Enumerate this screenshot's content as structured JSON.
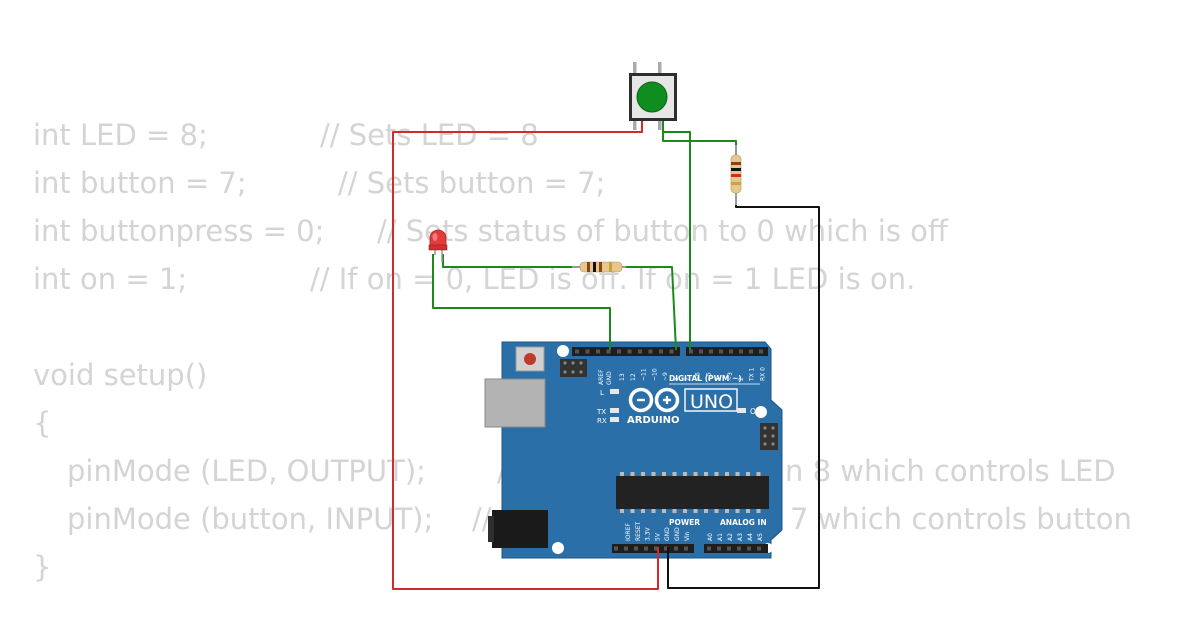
{
  "code": {
    "lines": [
      "int LED = 8;",
      "// Sets LED = 8",
      "int button = 7;",
      "// Sets button = 7;",
      "int buttonpress = 0;",
      "// Sets status of button to 0 which is off",
      "int on = 1;",
      "// If on = 0, LED is off. If on = 1 LED is on.",
      "void setup()",
      "{",
      "pinMode (LED, OUTPUT);",
      "/",
      "n 8 which controls LED",
      "pinMode (button, INPUT);",
      "//",
      "7 which controls button",
      "}"
    ]
  },
  "board": {
    "brand": "ARDUINO",
    "model": "UNO",
    "digital_label": "DIGITAL (PWM ~)",
    "on_label": "ON",
    "power_label": "POWER",
    "analog_label": "ANALOG IN",
    "l_label": "L",
    "tx_label": "TX",
    "rx_label": "RX",
    "aref": "AREF",
    "gnd": "GND",
    "digital_pins": [
      "13",
      "12",
      "~11",
      "~10",
      "~9",
      "8",
      "7",
      "~6",
      "~5",
      "4",
      "~3",
      "2",
      "TX 1",
      "RX 0"
    ],
    "power_pins": [
      "IOREF",
      "RESET",
      "3.3V",
      "5V",
      "GND",
      "GND",
      "Vin"
    ],
    "analog_pins": [
      "A0",
      "A1",
      "A2",
      "A3",
      "A4",
      "A5"
    ]
  },
  "colors": {
    "board": "#2a6fa8",
    "wire_red": "#d42a2a",
    "wire_green": "#1a8a1a",
    "wire_black": "#111111",
    "code_text": "#d4d4d4"
  }
}
